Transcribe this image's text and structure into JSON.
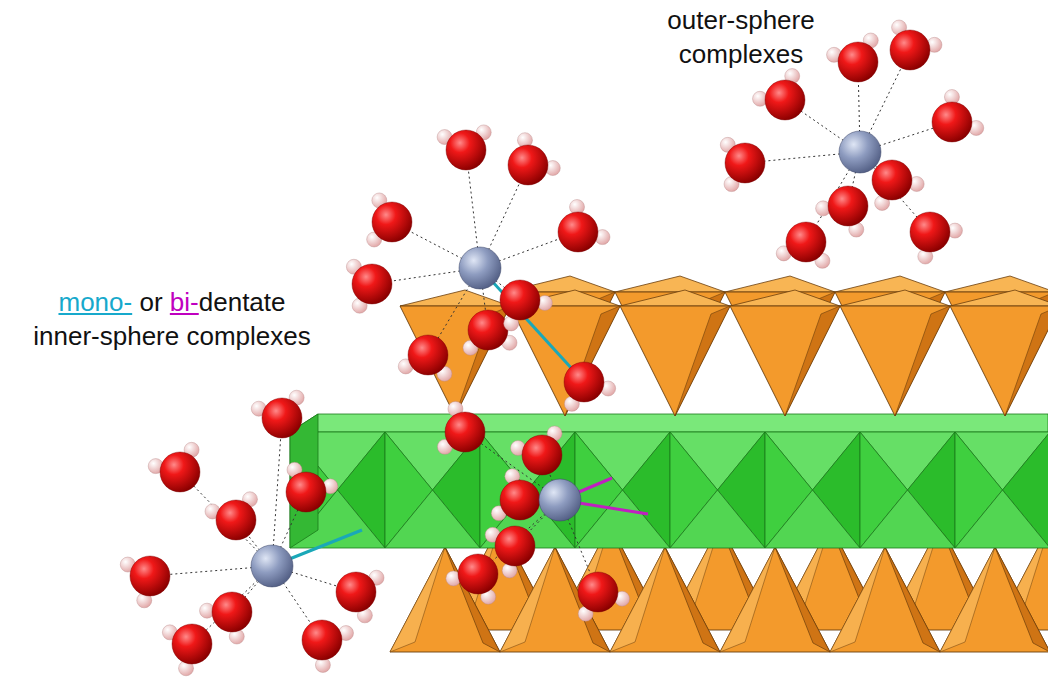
{
  "diagram": {
    "labels": [
      "outer-sphere complexes",
      "mono-",
      "or",
      "bi-",
      "dentate",
      "inner-sphere complexes"
    ]
  }
}
